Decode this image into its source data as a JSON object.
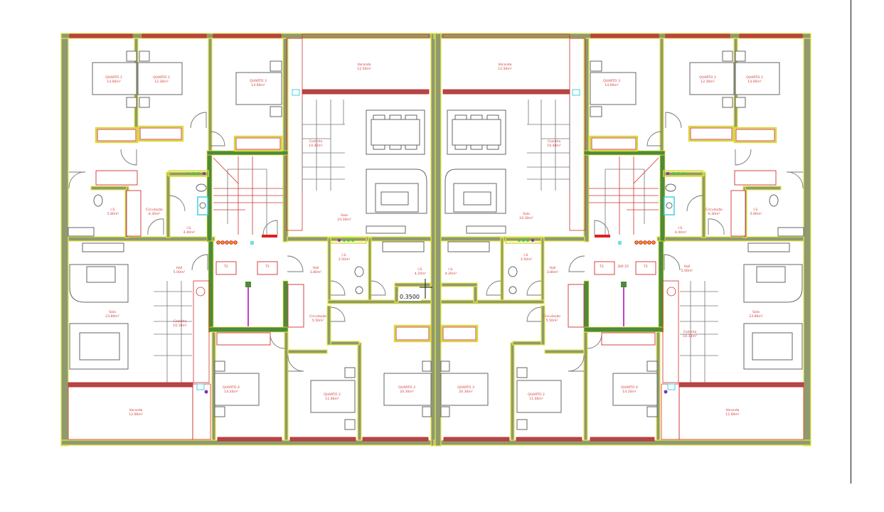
{
  "drawing": {
    "colors": {
      "wall": "#8f9a6e",
      "wall_outline": "#e8e84a",
      "core_wall": "#4e8a3a",
      "annotation": "#d04040",
      "window": "#b04848",
      "elevator_rail": "#c040d0"
    },
    "dimension_readout": "0.3500",
    "left_unit_labels": [
      {
        "name": "QUARTO 1",
        "area": "14.00m²"
      },
      {
        "name": "QUARTO 2",
        "area": "12.30m²"
      },
      {
        "name": "QUARTO 3",
        "area": "14.60m²"
      },
      {
        "name": "Varanda",
        "area": "12.50m²"
      },
      {
        "name": "Cozinha",
        "area": "10.40m²"
      },
      {
        "name": "Sala",
        "area": "24.30m²"
      },
      {
        "name": "Circulação",
        "area": "6.30m²"
      },
      {
        "name": "I.S.",
        "area": "5.80m²"
      },
      {
        "name": "I.S.",
        "area": "4.40m²"
      },
      {
        "name": "Hall",
        "area": "5.00m²"
      },
      {
        "name": "Hall",
        "area": "3.80m²"
      },
      {
        "name": "I.S.",
        "area": "3.50m²"
      },
      {
        "name": "I.S.",
        "area": "4.20m²"
      },
      {
        "name": "Circulação",
        "area": "5.50m²"
      },
      {
        "name": "Sala",
        "area": "23.80m²"
      },
      {
        "name": "Cozinha",
        "area": "10.10m²"
      },
      {
        "name": "Varanda",
        "area": "12.90m²"
      },
      {
        "name": "QUARTO 4",
        "area": "14.20m²"
      },
      {
        "name": "QUARTO 2",
        "area": "11.40m²"
      },
      {
        "name": "QUARTO 3",
        "area": "20.30m²"
      }
    ],
    "right_unit_labels": [
      {
        "name": "QUARTO 1",
        "area": "14.00m²"
      },
      {
        "name": "QUARTO 2",
        "area": "12.30m²"
      },
      {
        "name": "QUARTO 3",
        "area": "14.60m²"
      },
      {
        "name": "Varanda",
        "area": "12.50m²"
      },
      {
        "name": "Cozinha",
        "area": "10.40m²"
      },
      {
        "name": "Sala",
        "area": "24.30m²"
      },
      {
        "name": "Circulação",
        "area": "6.30m²"
      },
      {
        "name": "I.S.",
        "area": "5.80m²"
      },
      {
        "name": "I.S.",
        "area": "4.40m²"
      },
      {
        "name": "Hall",
        "area": "5.00m²"
      },
      {
        "name": "Hall",
        "area": "3.80m²"
      },
      {
        "name": "I.S.",
        "area": "3.50m²"
      },
      {
        "name": "I.S.",
        "area": "4.20m²"
      },
      {
        "name": "Circulação",
        "area": "5.50m²"
      },
      {
        "name": "Sala",
        "area": "23.80m²"
      },
      {
        "name": "Cozinha",
        "area": "10.10m²"
      },
      {
        "name": "Varanda",
        "area": "12.90m²"
      },
      {
        "name": "QUARTO 4",
        "area": "14.20m²"
      },
      {
        "name": "QUARTO 2",
        "area": "11.40m²"
      },
      {
        "name": "QUARTO 3",
        "area": "20.30m²"
      }
    ],
    "tags": {
      "left_a": "T2",
      "left_b": "T2",
      "right_a": "T2",
      "right_mid": "300 25",
      "right_b": "T2"
    }
  }
}
